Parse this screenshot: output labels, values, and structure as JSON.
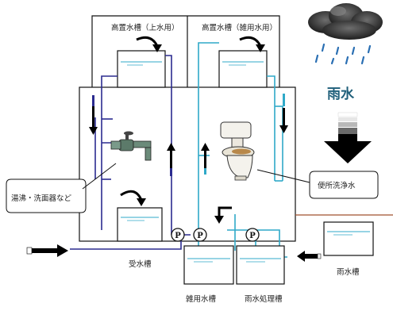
{
  "labels": {
    "upper_tank_potable": "高置水槽（上水用）",
    "upper_tank_misc": "高置水槽（雑用水用）",
    "rainwater_title": "雨水",
    "hot_water": "湯沸・洗面器など",
    "toilet": "便所洗浄水",
    "receiving_tank": "受水槽",
    "misc_tank": "雑用水槽",
    "rain_treatment_tank": "雨水処理槽",
    "rain_tank": "雨水槽",
    "pump": "P"
  },
  "colors": {
    "potable_pipe": "#2b2b8f",
    "misc_pipe": "#2fa9c8",
    "rain_arrow": "#000000",
    "ground_line": "#a0522d",
    "water_line": "#2fa9c8"
  },
  "icons": [
    "rain-cloud-icon",
    "faucet-icon",
    "toilet-icon",
    "pump-icon"
  ]
}
